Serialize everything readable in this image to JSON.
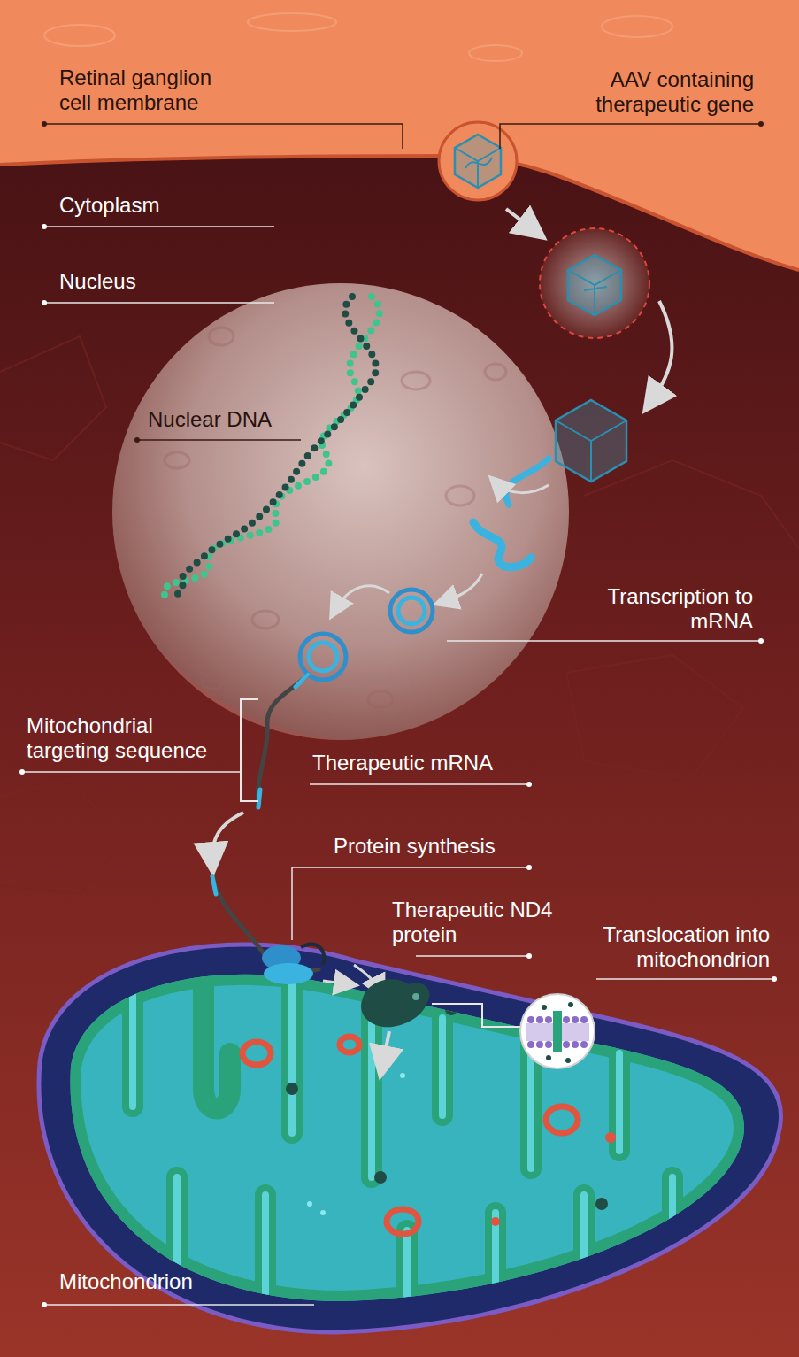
{
  "diagram": {
    "labels": [
      "Retinal ganglion cell membrane",
      "AAV containing therapeutic gene",
      "Cytoplasm",
      "Nucleus",
      "Nuclear DNA",
      "Transcription to mRNA",
      "Mitochondrial targeting sequence",
      "Therapeutic mRNA",
      "Protein synthesis",
      "Therapeutic ND4 protein",
      "Translocation into mitochondrion",
      "Mitochondrion"
    ]
  }
}
